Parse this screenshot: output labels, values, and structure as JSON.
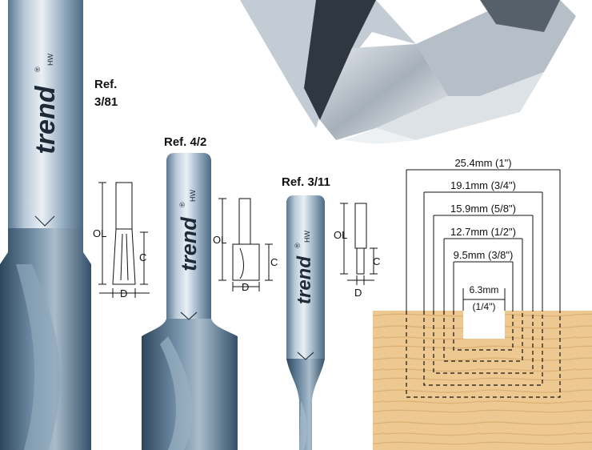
{
  "brand": {
    "name": "trend",
    "mark": "®",
    "grade": "HW"
  },
  "cutters": [
    {
      "ref_label": "Ref.",
      "ref_number": "3/81",
      "ol": "OL",
      "c": "C",
      "d": "D"
    },
    {
      "ref": "Ref. 4/2",
      "ol": "OL",
      "c": "C",
      "d": "D"
    },
    {
      "ref": "Ref. 3/11",
      "ol": "OL",
      "c": "C",
      "d": "D"
    }
  ],
  "groove_diagram": {
    "widths": [
      {
        "label": "25.4mm (1\")"
      },
      {
        "label": "19.1mm (3/4\")"
      },
      {
        "label": "15.9mm (5/8\")"
      },
      {
        "label": "12.7mm (1/2\")"
      },
      {
        "label": "9.5mm (3/8\")"
      },
      {
        "label": "6.3mm",
        "label2": "(1/4\")"
      }
    ]
  },
  "colors": {
    "steel_dark": "#3b5872",
    "steel_light": "#c9d6e2",
    "wood": "#eec891",
    "wood_grain": "#d9ac6c"
  }
}
